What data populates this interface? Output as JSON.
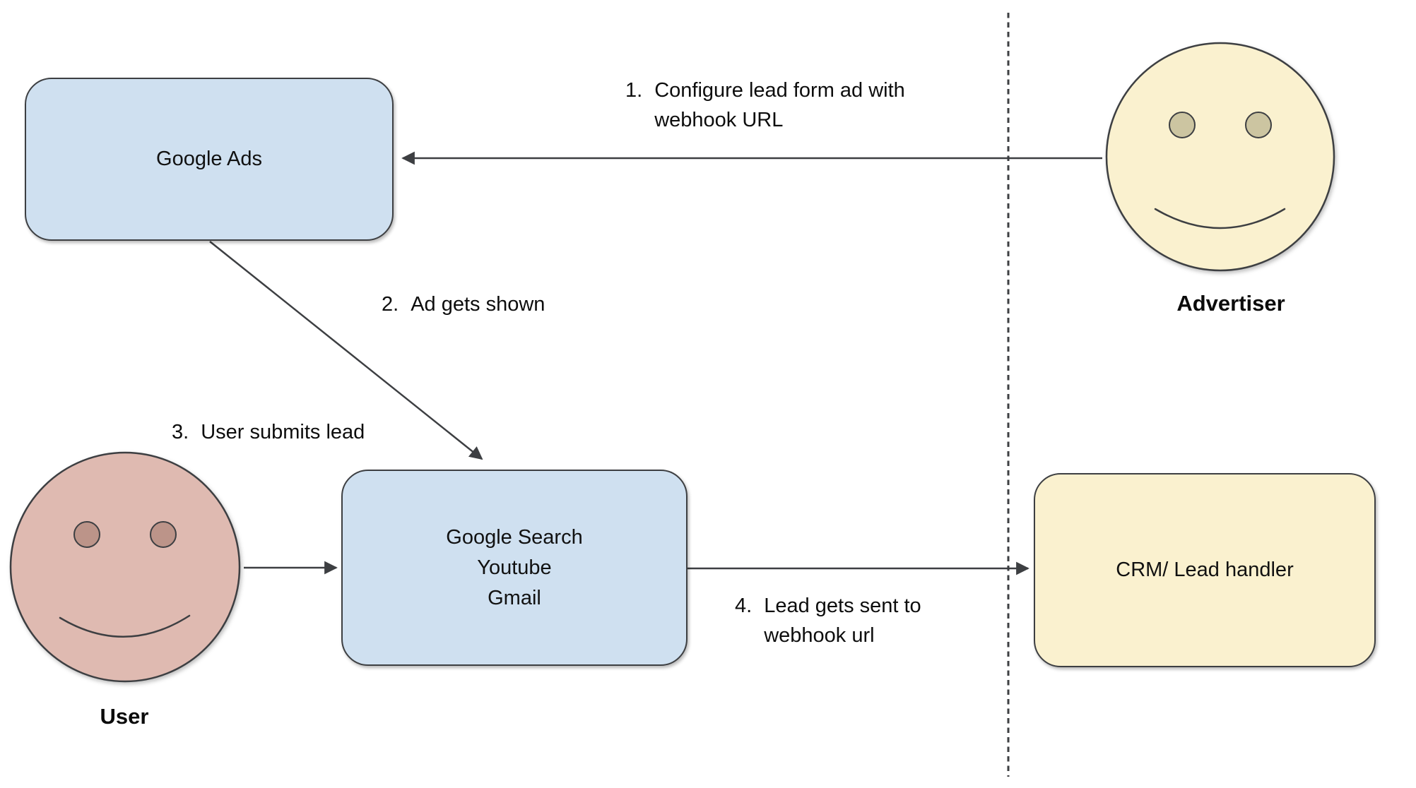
{
  "diagram": {
    "nodes": {
      "google_ads": {
        "label": "Google Ads"
      },
      "google_surfaces": {
        "lines": [
          "Google Search",
          "Youtube",
          "Gmail"
        ]
      },
      "crm": {
        "label": "CRM/ Lead handler"
      }
    },
    "actors": {
      "advertiser": {
        "label": "Advertiser"
      },
      "user": {
        "label": "User"
      }
    },
    "steps": [
      {
        "num": "1.",
        "lines": [
          "Configure lead form ad with",
          "webhook URL"
        ]
      },
      {
        "num": "2.",
        "lines": [
          "Ad gets shown"
        ]
      },
      {
        "num": "3.",
        "lines": [
          "User submits lead"
        ]
      },
      {
        "num": "4.",
        "lines": [
          "Lead gets sent to",
          "webhook url"
        ]
      }
    ],
    "colors": {
      "box_blue_fill": "#cfe0f0",
      "box_yellow_fill": "#faf1cf",
      "user_face_fill": "#dfbab1",
      "user_eye_fill": "#bc9489",
      "advertiser_face_fill": "#faf1cf",
      "advertiser_eye_fill": "#ccc5a1",
      "stroke": "#3d3f42",
      "text": "#111111"
    }
  }
}
